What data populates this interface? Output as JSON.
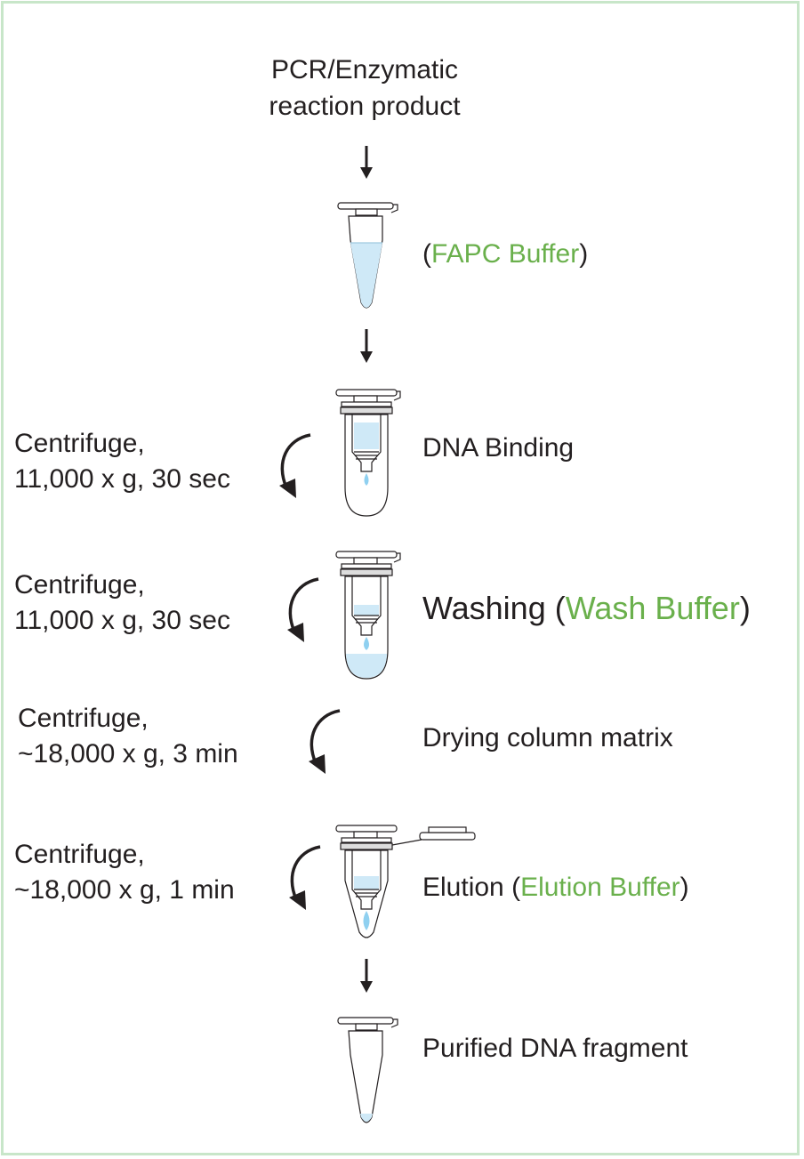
{
  "title": {
    "line1": "PCR/Enzymatic",
    "line2": "reaction product"
  },
  "steps": {
    "fapc": {
      "open": "(",
      "buffer": "FAPC Buffer",
      "close": ")"
    },
    "binding": {
      "label": "DNA Binding",
      "cond1": "Centrifuge,",
      "cond2": "11,000 x g, 30 sec"
    },
    "washing": {
      "label": "Washing (",
      "buffer": "Wash Buffer",
      "close": ")",
      "cond1": "Centrifuge,",
      "cond2": "11,000 x g, 30 sec"
    },
    "drying": {
      "label": "Drying column matrix",
      "cond1": "Centrifuge,",
      "cond2": "~18,000 x g, 3 min"
    },
    "elution": {
      "label": "Elution (",
      "buffer": "Elution Buffer",
      "close": ")",
      "cond1": "Centrifuge,",
      "cond2": "~18,000 x g, 1 min"
    },
    "purified": {
      "label": "Purified DNA fragment"
    }
  },
  "colors": {
    "accent_green": "#6ab04c",
    "border_green": "#c8e6c9",
    "liquid_blue": "#cfe9f7",
    "text": "#231f20"
  }
}
